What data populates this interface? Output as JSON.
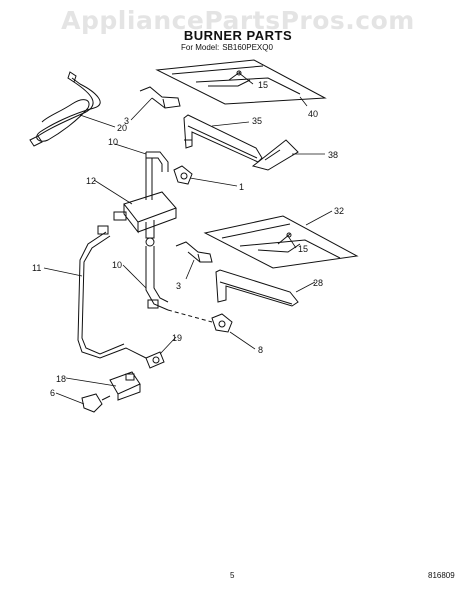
{
  "watermark": "AppliancePartsPros.com",
  "header": {
    "title": "BURNER PARTS",
    "model_prefix": "For Model:",
    "model_number": "SB160PEXQ0"
  },
  "callouts": [
    "15",
    "40",
    "3",
    "35",
    "20",
    "10",
    "38",
    "1",
    "12",
    "32",
    "15",
    "11",
    "10",
    "3",
    "28",
    "8",
    "19",
    "18",
    "6"
  ],
  "footer": {
    "page_number": "5",
    "doc_number": "816809"
  }
}
